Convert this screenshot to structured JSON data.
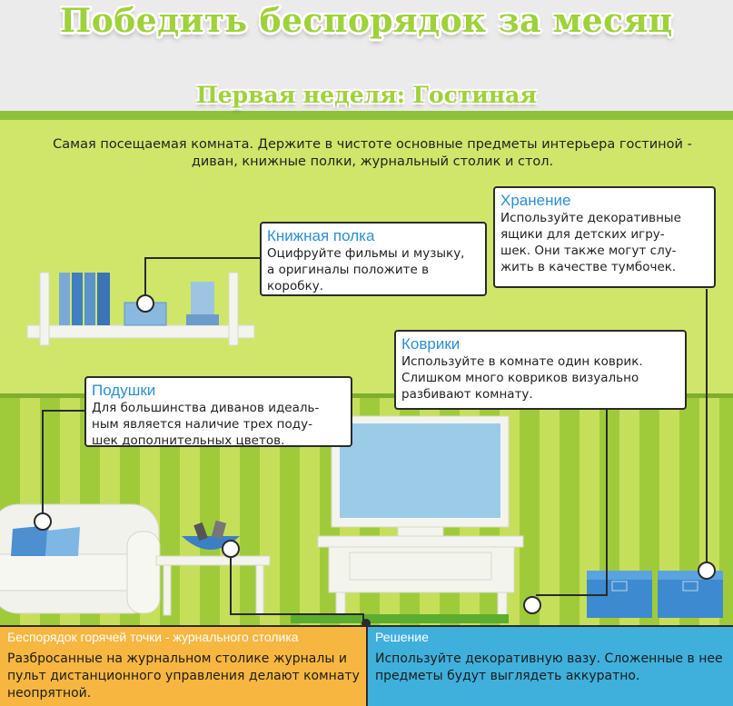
{
  "header": {
    "title": "Победить беспорядок за месяц",
    "week_title": "Первая неделя:  Гостиная"
  },
  "intro": {
    "line1": "Самая посещаемая комната. Держите в чистоте основные предметы интерьера гостиной -",
    "line2": "диван, книжные полки, журнальный столик и стол."
  },
  "callouts": {
    "bookshelf": {
      "title": "Книжная полка",
      "line1": "Оцифруйте фильмы и музыку,",
      "line2": "а оригиналы положите в",
      "line3": "коробку."
    },
    "storage": {
      "title": "Хранение",
      "line1": "Используйте декоративные",
      "line2": "ящики для детских игру-",
      "line3": "шек. Они также могут слу-",
      "line4": "жить в качестве тумбочек."
    },
    "rugs": {
      "title": "Коврики",
      "line1": "Используйте в комнате один коврик.",
      "line2": "Слишком много ковриков визуально",
      "line3": "разбивают комнату."
    },
    "pillows": {
      "title": "Подушки",
      "line1": "Для большинства диванов идеаль-",
      "line2": "ным является наличие трех поду-",
      "line3": "шек дополнительных цветов."
    }
  },
  "bottom": {
    "hotspot": {
      "title": "Беспорядок горячей точки - журнального столика",
      "line1": "Разбросанные на журнальном столике журналы и",
      "line2": "пульт дистанционного управления  делают комнату",
      "line3": "неопрятной."
    },
    "solution": {
      "title": "Решение",
      "line1": "Используйте декоративную вазу. Сложенные в нее",
      "line2": "предметы будут выглядеть аккуратно."
    }
  },
  "colors": {
    "wall_upper": "#cfe66a",
    "wall_stripe_dark": "#9fcb3a",
    "wall_stripe_light": "#c6df5a",
    "accent_blue": "#2c8fd0",
    "hotspot_orange": "#f7b640",
    "solution_blue": "#3fb0dc"
  }
}
